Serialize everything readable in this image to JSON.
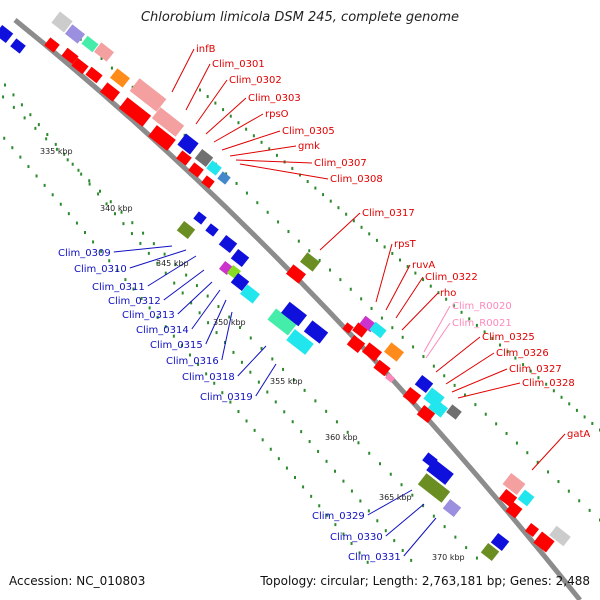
{
  "title": "Chlorobium limicola DSM 245, complete genome",
  "footer": {
    "accession": "Accession: NC_010803",
    "topology": "Topology: circular; Length: 2,763,181 bp; Genes: 2,488"
  },
  "colors": {
    "red": "#ff0000",
    "salmon": "#f4a0a0",
    "orange": "#ff8c1a",
    "blue": "#1010dd",
    "cyan": "#22e6ee",
    "olive": "#6b8e23",
    "mint": "#44eeaa",
    "lavender": "#9b8fe0",
    "gray": "#707070",
    "backbone": "#8c8c8c",
    "ticks": "#2d8a2d",
    "forward_label": "#e00000",
    "reverse_label": "#1010c0",
    "rna_label": "#ff88bb"
  },
  "kbp_marks": [
    "335 kbp",
    "340 kbp",
    "345 kbp",
    "350 kbp",
    "355 kbp",
    "360 kbp",
    "365 kbp",
    "370 kbp"
  ],
  "forward_labels": [
    "infB",
    "Clim_0301",
    "Clim_0302",
    "Clim_0303",
    "rpsO",
    "Clim_0305",
    "gmk",
    "Clim_0307",
    "Clim_0308",
    "Clim_0317",
    "rpsT",
    "ruvA",
    "Clim_0322",
    "rho",
    "Clim_R0020",
    "Clim_R0021",
    "Clim_0325",
    "Clim_0326",
    "Clim_0327",
    "Clim_0328",
    "gatA"
  ],
  "reverse_labels": [
    "Clim_0309",
    "Clim_0310",
    "Clim_0311",
    "Clim_0312",
    "Clim_0313",
    "Clim_0314",
    "Clim_0315",
    "Clim_0316",
    "Clim_0318",
    "Clim_0319",
    "Clim_0329",
    "Clim_0330",
    "Clim_0331"
  ]
}
